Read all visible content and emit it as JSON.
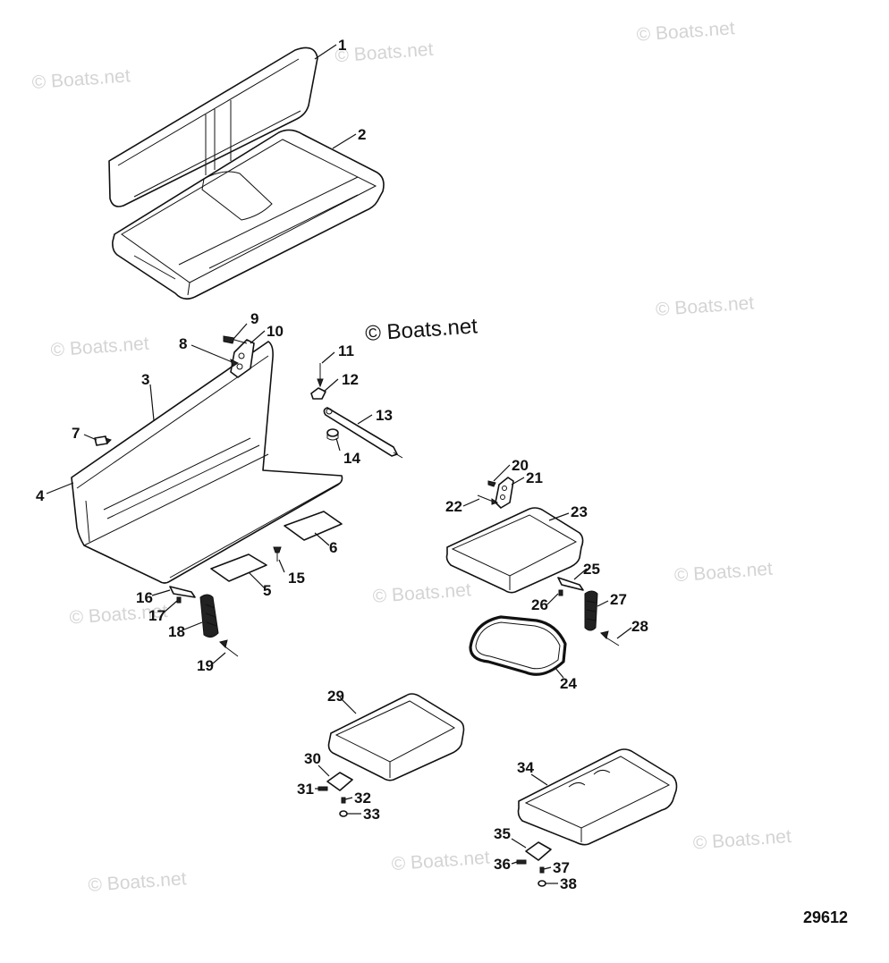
{
  "watermarks": [
    "© Boats.net",
    "© Boats.net",
    "© Boats.net",
    "© Boats.net",
    "© Boats.net",
    "© Boats.net",
    "© Boats.net",
    "© Boats.net",
    "© Boats.net",
    "© Boats.net",
    "© Boats.net"
  ],
  "center_watermark": "© Boats.net",
  "diagram_code": "29612",
  "callouts": [
    "1",
    "2",
    "3",
    "4",
    "5",
    "6",
    "7",
    "8",
    "9",
    "10",
    "11",
    "12",
    "13",
    "14",
    "15",
    "16",
    "17",
    "18",
    "19",
    "20",
    "21",
    "22",
    "23",
    "24",
    "25",
    "26",
    "27",
    "28",
    "29",
    "30",
    "31",
    "32",
    "33",
    "34",
    "35",
    "36",
    "37",
    "38"
  ]
}
